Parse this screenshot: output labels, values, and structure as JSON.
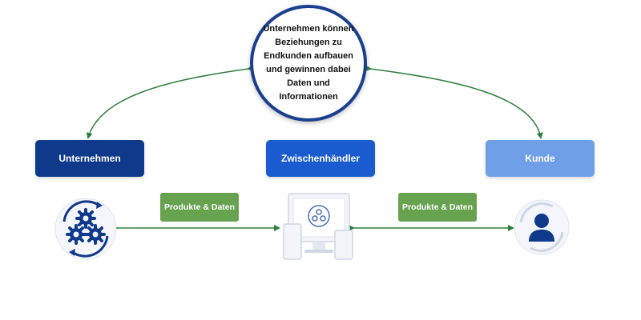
{
  "center": {
    "text": "Unternehmen können Beziehungen zu Endkunden aufbauen und gewinnen dabei Daten und Informationen"
  },
  "boxes": {
    "unternehmen": "Unternehmen",
    "zwischenhaendler": "Zwischenhändler",
    "kunde": "Kunde"
  },
  "tags": {
    "left": "Produkte & Daten",
    "right": "Produkte & Daten"
  },
  "icons": {
    "left": "gears-icon",
    "middle": "devices-icon",
    "right": "person-icon"
  },
  "colors": {
    "dark_blue": "#0f3a8c",
    "mid_blue": "#1a5ccf",
    "light_blue": "#6f9fe6",
    "green": "#67a34f",
    "arrow_green": "#2e7d3a",
    "circle_border": "#1b3f8f"
  }
}
